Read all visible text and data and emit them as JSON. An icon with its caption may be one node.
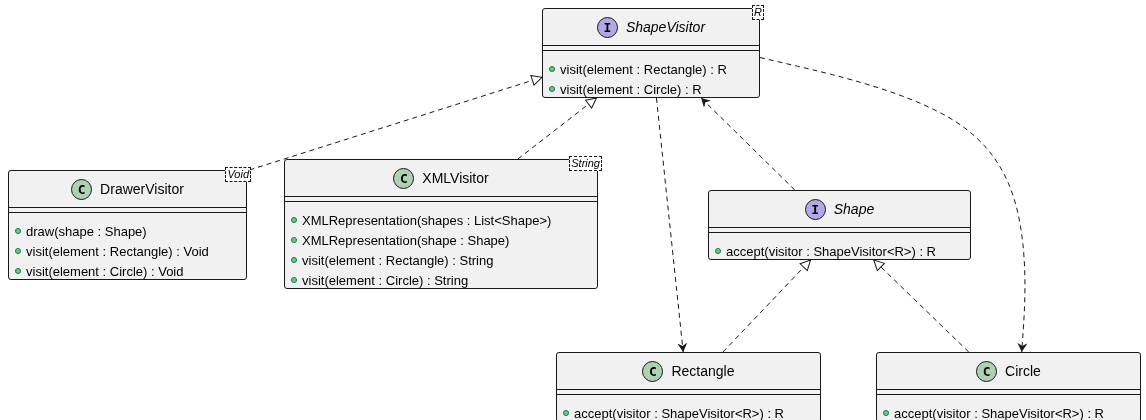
{
  "diagram": {
    "nodes": [
      {
        "text": [
          "I",
          "ShapeVisitor",
          "R",
          "visit(element : Rectangle) : R",
          "visit(element : Circle) : R"
        ]
      },
      {
        "text": [
          "C",
          "DrawerVisitor",
          "Void",
          "draw(shape : Shape)",
          "visit(element : Rectangle) : Void",
          "visit(element : Circle) : Void"
        ]
      },
      {
        "text": [
          "C",
          "XMLVisitor",
          "String",
          "XMLRepresentation(shapes : List<Shape>)",
          "XMLRepresentation(shape : Shape)",
          "visit(element : Rectangle) : String",
          "visit(element : Circle) : String"
        ]
      },
      {
        "text": [
          "I",
          "Shape",
          "accept(visitor : ShapeVisitor<R>) : R"
        ]
      },
      {
        "text": [
          "C",
          "Rectangle",
          "accept(visitor : ShapeVisitor<R>) : R"
        ]
      },
      {
        "text": [
          "C",
          "Circle",
          "accept(visitor : ShapeVisitor<R>) : R"
        ]
      }
    ],
    "edges": [
      {
        "from": 1,
        "to": 0,
        "arrow": "to",
        "style": "dashed"
      },
      {
        "from": 2,
        "to": 0,
        "arrow": "to",
        "style": "dashed"
      },
      {
        "from": 0,
        "to": 4,
        "arrow": "to",
        "style": "dashed"
      },
      {
        "from": 3,
        "to": 0,
        "arrow": "to",
        "style": "dashed"
      },
      {
        "from": 0,
        "to": 5,
        "arrow": "to",
        "style": "dashed"
      },
      {
        "from": 4,
        "to": 3,
        "arrow": "to",
        "style": "dashed"
      },
      {
        "from": 5,
        "to": 3,
        "arrow": "to",
        "style": "dashed"
      }
    ]
  }
}
